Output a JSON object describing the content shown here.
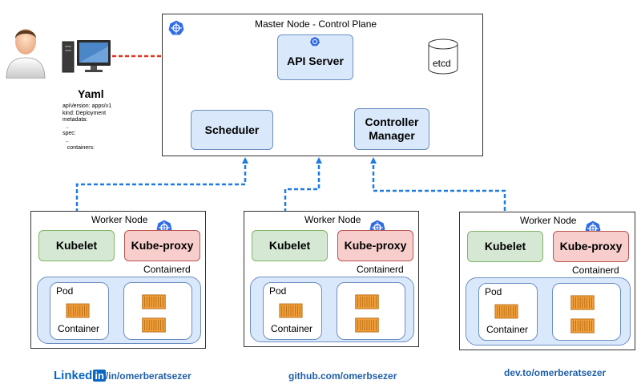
{
  "user": {
    "tool_label": "Yaml"
  },
  "yaml_lines": [
    "apiVersion: apps/v1",
    "kind: Deployment",
    "metadata:",
    "  ..",
    "spec:",
    "  ..",
    "   containers:"
  ],
  "master": {
    "title": "Master Node - Control Plane",
    "api_server": "API Server",
    "etcd": "etcd",
    "scheduler": "Scheduler",
    "controller_manager": [
      "Controller",
      "Manager"
    ]
  },
  "workers": [
    {
      "title": "Worker Node",
      "kubelet": "Kubelet",
      "kube_proxy": "Kube-proxy",
      "runtime": "Containerd",
      "pod_label": "Pod",
      "container_label": "Container"
    },
    {
      "title": "Worker Node",
      "kubelet": "Kubelet",
      "kube_proxy": "Kube-proxy",
      "runtime": "Containerd",
      "pod_label": "Pod",
      "container_label": "Container"
    },
    {
      "title": "Worker Node",
      "kubelet": "Kubelet",
      "kube_proxy": "Kube-proxy",
      "runtime": "Containerd",
      "pod_label": "Pod",
      "container_label": "Container"
    }
  ],
  "footer": {
    "linkedin_brand": "Linked",
    "linkedin_in": "in",
    "linkedin_path": "/in/omerberatsezer",
    "github": "github.com/omerbsezer",
    "devto": "dev.to/omerberatsezer"
  },
  "colors": {
    "red_arrow": "#e8341c",
    "orange_arrow": "#f07c1a",
    "purple_arrow": "#8a2be2",
    "blue_arrow": "#1e7be0",
    "k8s_blue": "#326ce5",
    "container_orange": "#f2a03d"
  }
}
